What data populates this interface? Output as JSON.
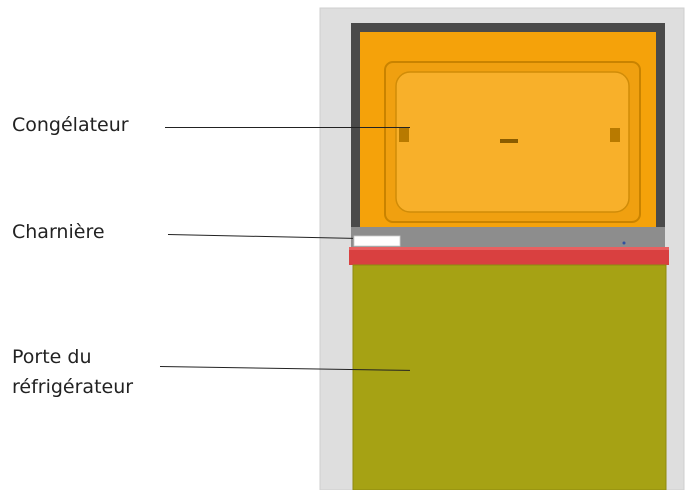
{
  "labels": {
    "freezer": "Congélateur",
    "hinge": "Charnière",
    "door_line1": "Porte du",
    "door_line2": "réfrigérateur"
  },
  "colors": {
    "cabinet": "#dcdcdc",
    "frame": "#4a4a4a",
    "freezer": "#f5a20a",
    "hinge_bar": "#d94040",
    "door": "#a6a214"
  }
}
